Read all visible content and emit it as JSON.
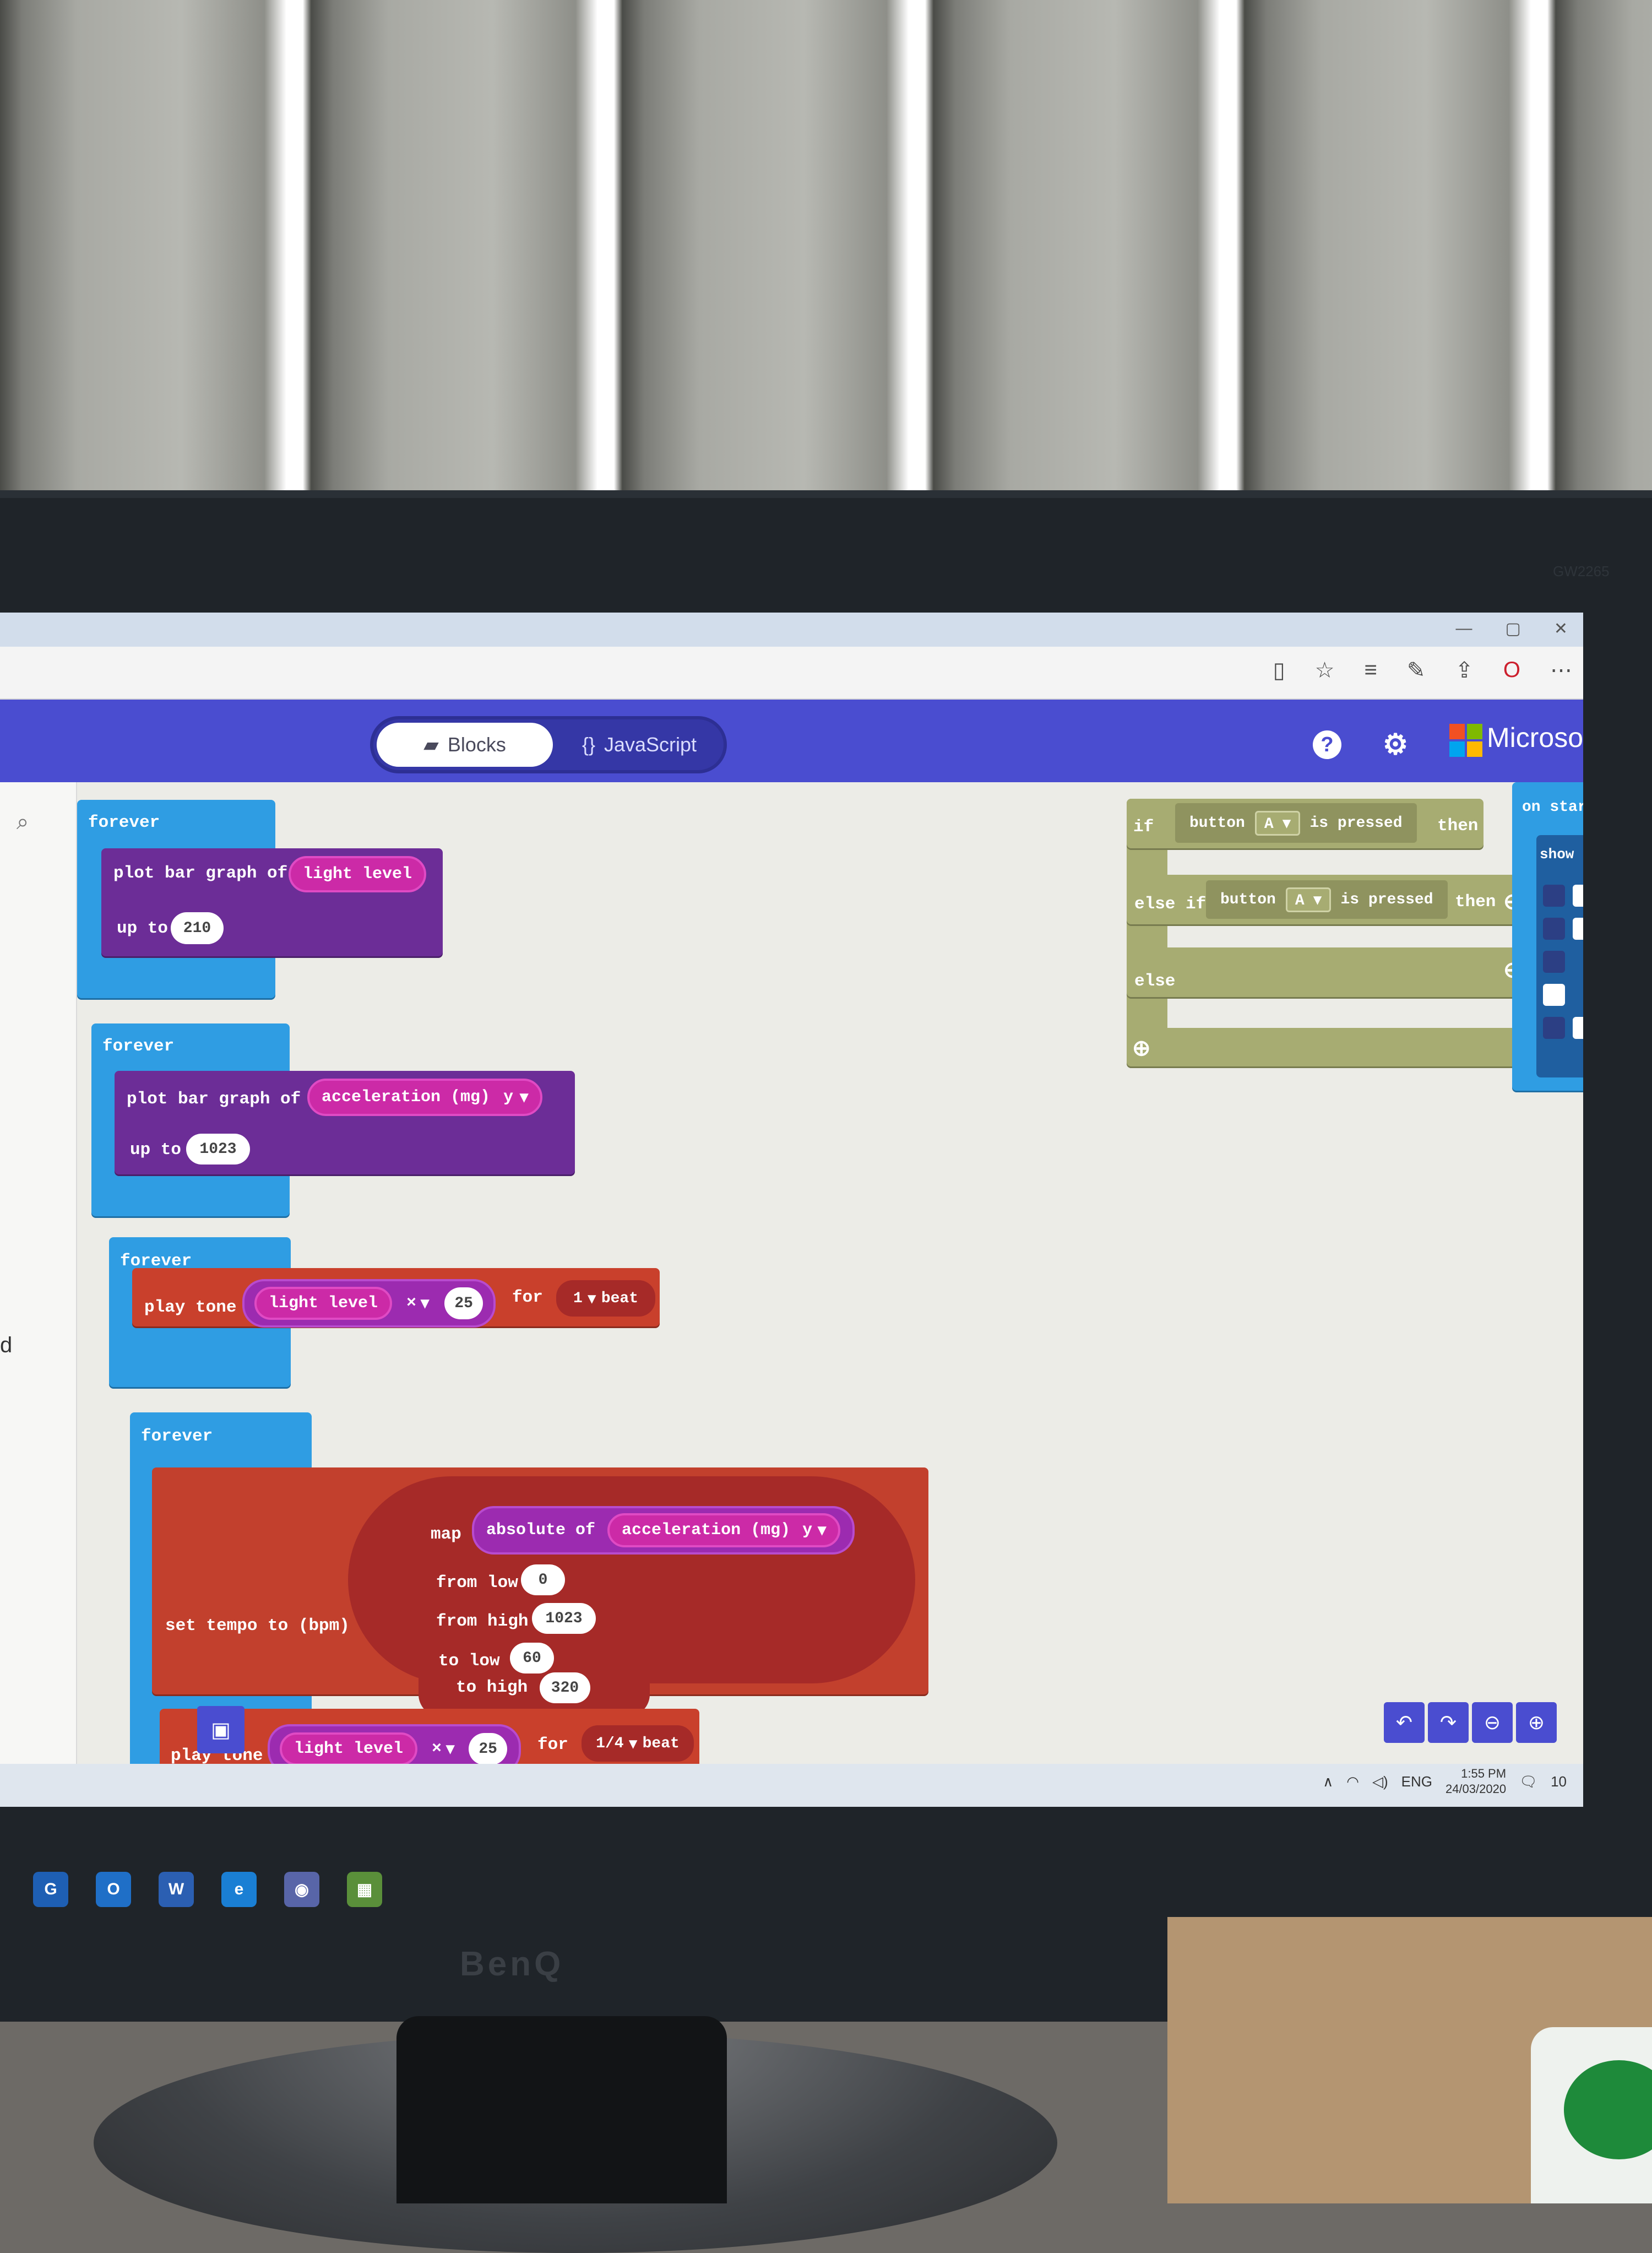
{
  "browser": {
    "title": "",
    "window_controls": [
      "—",
      "▢",
      "✕"
    ]
  },
  "header": {
    "tab_blocks": "Blocks",
    "tab_js": "JavaScript",
    "help": "?",
    "settings": "⚙",
    "brand": "Microsoft"
  },
  "sidebar": {
    "partial_letter": "d"
  },
  "blocks": {
    "forever": "forever",
    "b1": {
      "plot": "plot bar graph of",
      "value": "light level",
      "upto": "up to",
      "max": "210"
    },
    "b2": {
      "plot": "plot bar graph of",
      "value": "acceleration (mg)",
      "axis": "y",
      "upto": "up to",
      "max": "1023"
    },
    "b3": {
      "play": "play tone",
      "value": "light level",
      "op": "×",
      "num": "25",
      "for": "for",
      "beat_num": "1",
      "beat": "beat"
    },
    "b4": {
      "tempo": "set tempo to (bpm)",
      "map": "map",
      "abs": "absolute of",
      "value": "acceleration (mg)",
      "axis": "y",
      "from_low": "from low",
      "from_low_val": "0",
      "from_high": "from high",
      "from_high_val": "1023",
      "to_low": "to low",
      "to_low_val": "60",
      "to_high": "to high",
      "to_high_val": "320",
      "play": "play tone",
      "play_value": "light level",
      "op": "×",
      "num": "25",
      "for": "for",
      "beat_num": "1/4",
      "beat": "beat"
    },
    "ifblock": {
      "if": "if",
      "button": "button",
      "btn": "A",
      "pressed": "is pressed",
      "then": "then",
      "elseif": "else if",
      "else": "else"
    },
    "onstart": {
      "title": "on start",
      "show": "show le"
    }
  },
  "taskbar": {
    "lang": "ENG",
    "time": "1:55 PM",
    "date": "24/03/2020",
    "notif": "10"
  },
  "monitor": {
    "brand": "BenQ",
    "model": "GW2265"
  },
  "colors": {
    "accent": "#4a4dd0",
    "forever": "#2f9de3",
    "led": "#6c2d97",
    "music": "#c9402c",
    "logic": "#a7ac72"
  }
}
